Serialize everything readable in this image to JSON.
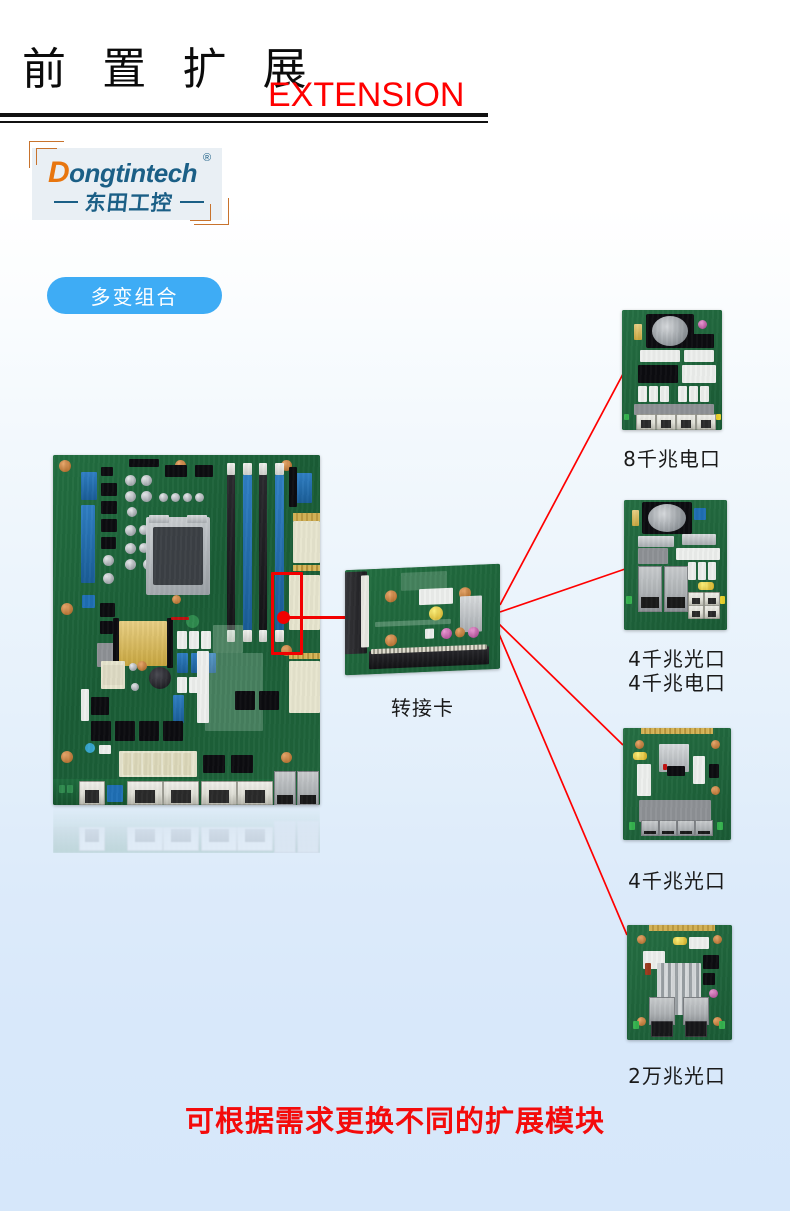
{
  "header": {
    "title_cn": "前 置 扩 展",
    "title_en": "EXTENSION",
    "rule_color": "#111111",
    "accent_red": "#ff0000"
  },
  "logo": {
    "brand_en": "ongtintech",
    "brand_initial": "D",
    "registered_mark": "®",
    "brand_cn": "东田工控",
    "plate_color": "#e9eff4",
    "brand_color": "#1b5f86",
    "initial_color": "#e8760f"
  },
  "badge": {
    "label": "多变组合",
    "color": "#3eacf5",
    "text_color": "#ffffff"
  },
  "diagram": {
    "riser_label": "转接卡",
    "connector_color": "#ff0000",
    "highlight_color": "#f20000",
    "modules": [
      {
        "id": "module-8ge-copper",
        "label": "8千兆电口",
        "label2": ""
      },
      {
        "id": "module-4ge-fiber-4ge-copper",
        "label": "4千兆光口",
        "label2": "4千兆电口"
      },
      {
        "id": "module-4ge-fiber",
        "label": "4千兆光口",
        "label2": ""
      },
      {
        "id": "module-2x10ge-fiber",
        "label": "2万兆光口",
        "label2": ""
      }
    ]
  },
  "footer": {
    "note": "可根据需求更换不同的扩展模块",
    "note_color": "#f40b0b"
  }
}
